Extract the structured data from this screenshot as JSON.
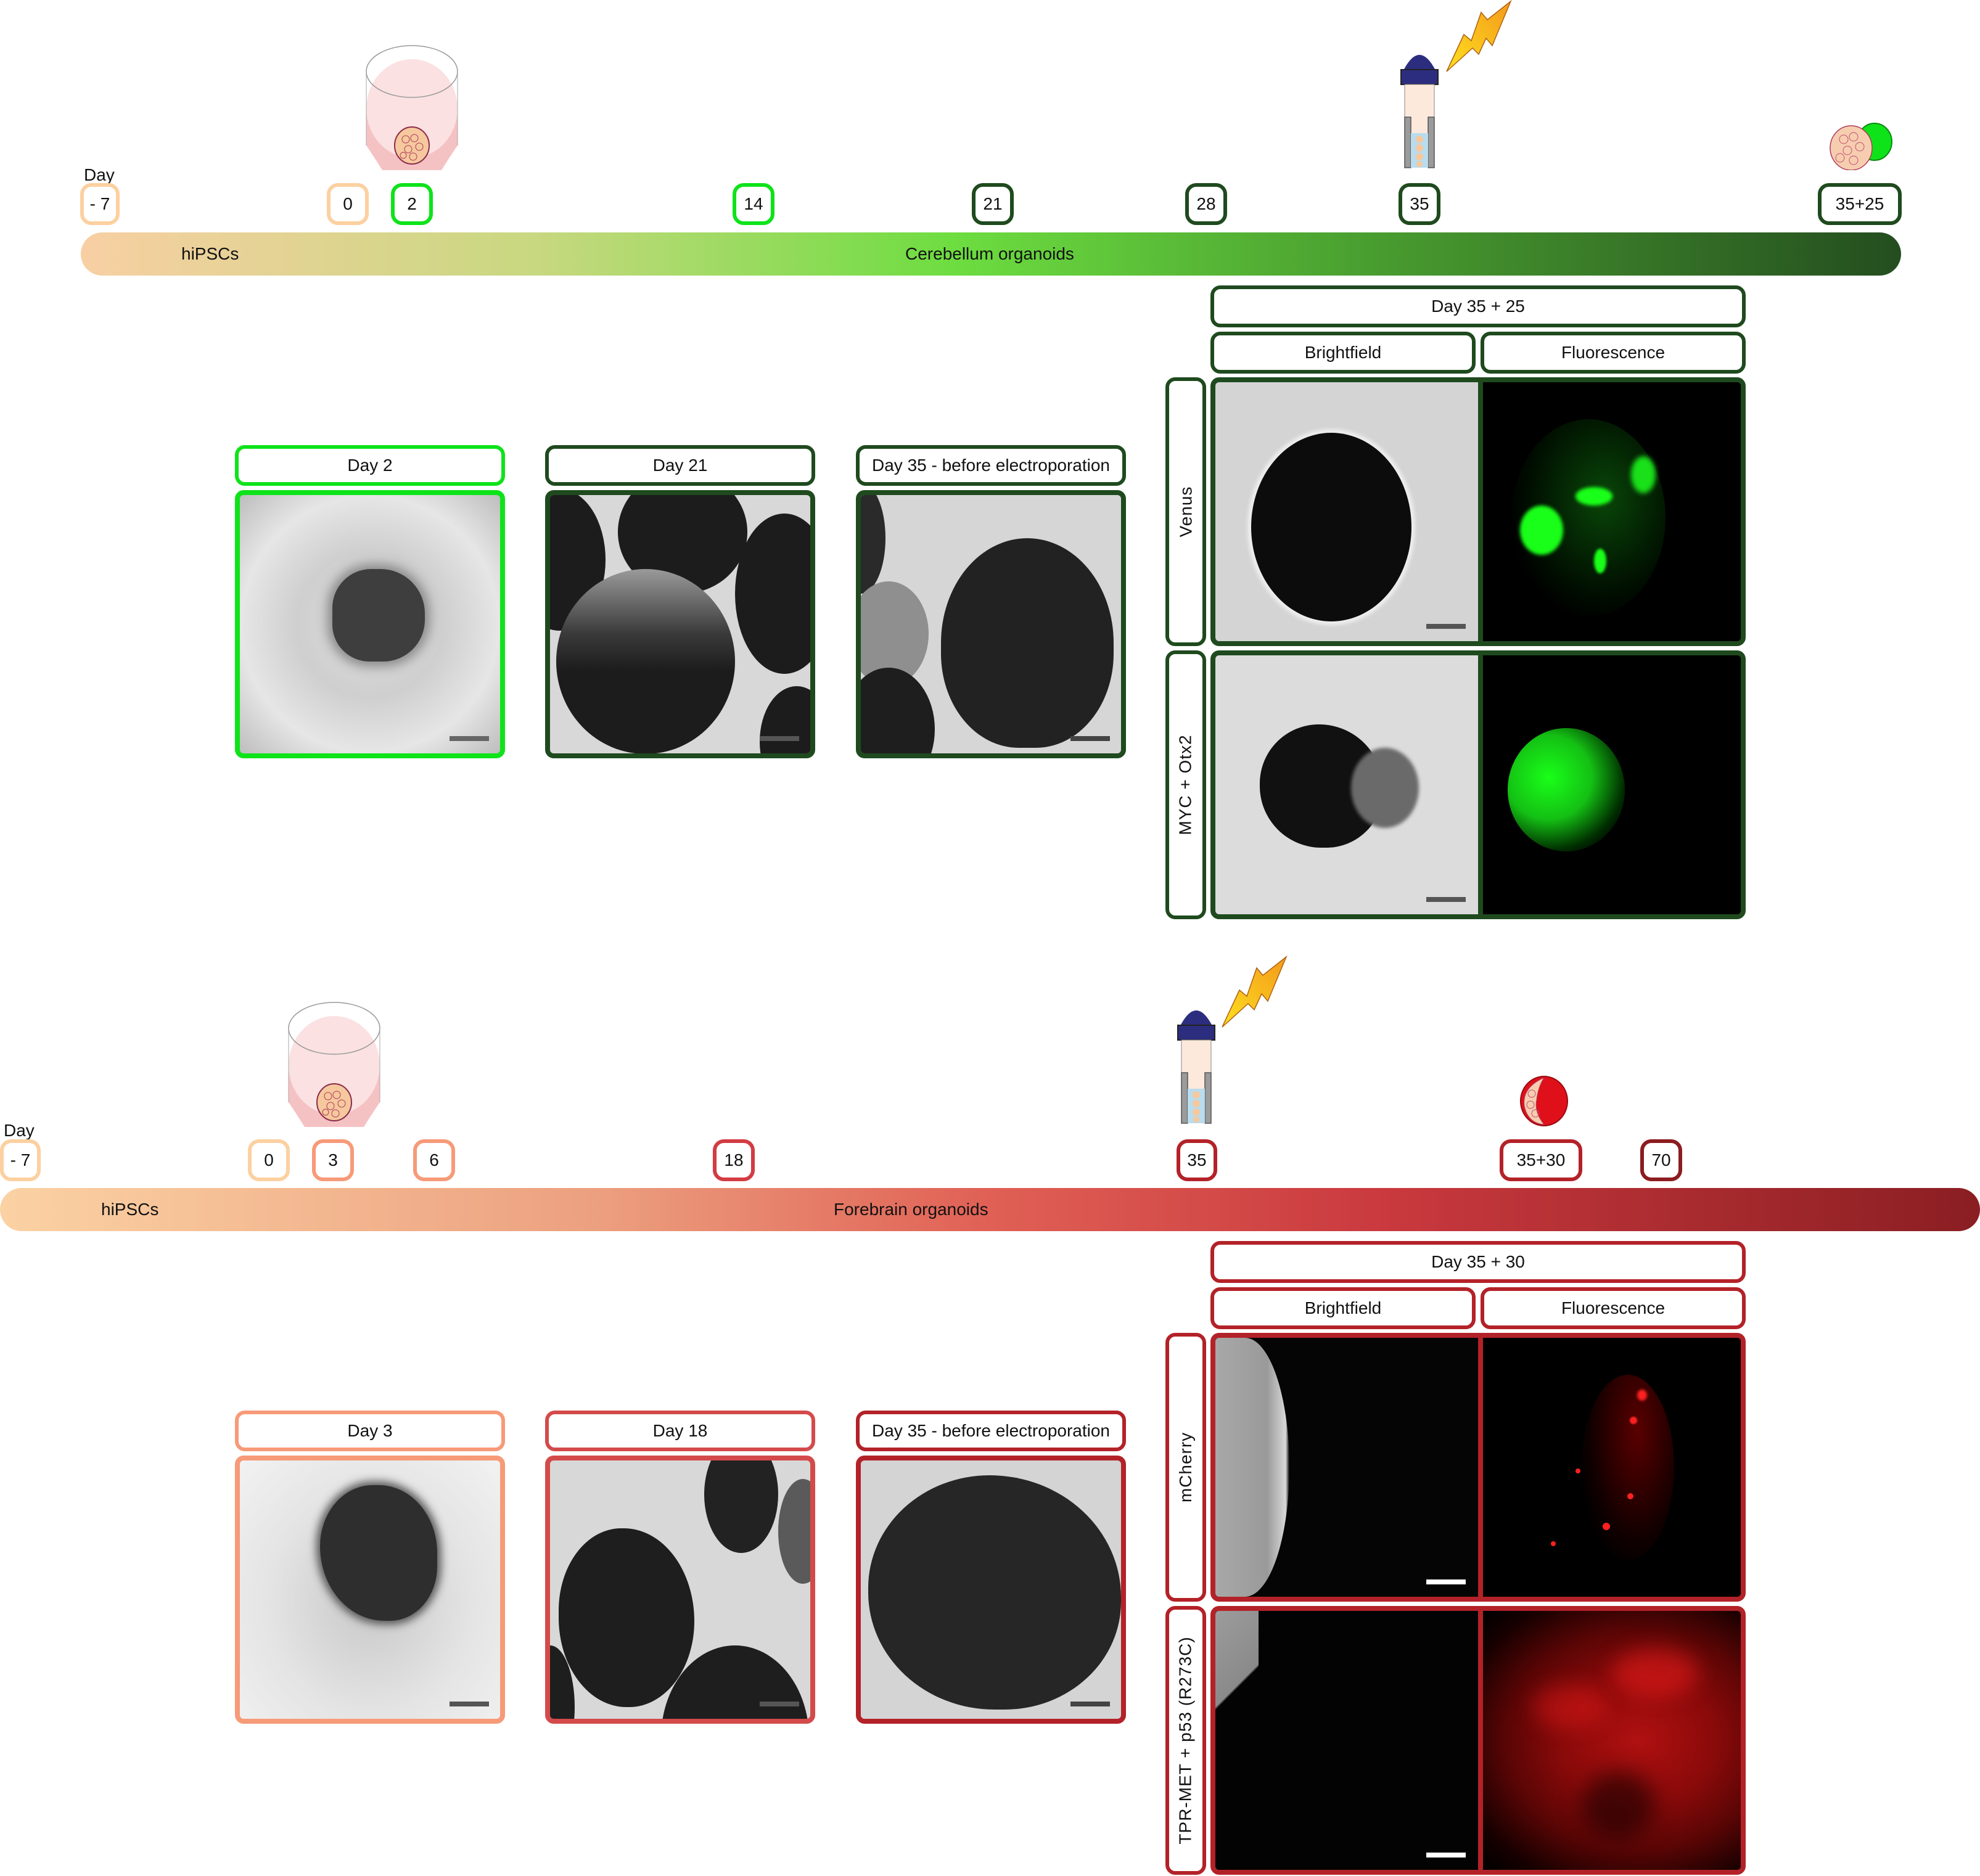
{
  "cerebellum": {
    "day_caption": "Day",
    "bar_label_left": "hiPSCs",
    "bar_label_center": "Cerebellum organoids",
    "bar_gradient": [
      "#f8cfa3",
      "#c8d880",
      "#6ddd40",
      "#4aa030",
      "#244d1f"
    ],
    "timepoints": [
      {
        "label": "- 7",
        "color": "#fcd0a0"
      },
      {
        "label": "0",
        "color": "#fcd0a0"
      },
      {
        "label": "2",
        "color": "#0ee31a"
      },
      {
        "label": "14",
        "color": "#0ee31a"
      },
      {
        "label": "21",
        "color": "#1f4a1e"
      },
      {
        "label": "28",
        "color": "#1f4a1e"
      },
      {
        "label": "35",
        "color": "#1f4a1e"
      },
      {
        "label": "35+25",
        "color": "#1f4a1e"
      }
    ],
    "icons": [
      "tube-with-organoid-icon",
      "electroporation-cuvette-icon",
      "lightning-bolt-icon",
      "fluorescent-organoid-green-icon"
    ],
    "panels": [
      {
        "title": "Day 2",
        "color": "#0ee31a"
      },
      {
        "title": "Day 21",
        "color": "#1f4a1e"
      },
      {
        "title": "Day 35 - before electroporation",
        "color": "#1f4a1e"
      }
    ],
    "grid": {
      "title": "Day 35 + 25",
      "col_headers": [
        "Brightfield",
        "Fluorescence"
      ],
      "rows": [
        "Venus",
        "MYC + Otx2"
      ],
      "color": "#1f4a1e",
      "fluor_color": "#19ff19"
    }
  },
  "forebrain": {
    "day_caption": "Day",
    "bar_label_left": "hiPSCs",
    "bar_label_center": "Forebrain organoids",
    "bar_gradient": [
      "#fbd2a4",
      "#eca07f",
      "#e06055",
      "#c9393e",
      "#8a1e22"
    ],
    "timepoints": [
      {
        "label": "- 7",
        "color": "#fcd0a0"
      },
      {
        "label": "0",
        "color": "#fcd0a0"
      },
      {
        "label": "3",
        "color": "#f79a78"
      },
      {
        "label": "6",
        "color": "#f79a78"
      },
      {
        "label": "18",
        "color": "#d23c42"
      },
      {
        "label": "35",
        "color": "#b32228"
      },
      {
        "label": "35+30",
        "color": "#b32228"
      },
      {
        "label": "70",
        "color": "#8c1c20"
      }
    ],
    "icons": [
      "tube-with-organoid-icon",
      "electroporation-cuvette-icon",
      "lightning-bolt-icon",
      "fluorescent-organoid-red-icon"
    ],
    "panels": [
      {
        "title": "Day 3",
        "color": "#f79a78"
      },
      {
        "title": "Day 18",
        "color": "#d44a4a"
      },
      {
        "title": "Day 35 - before electroporation",
        "color": "#b32228"
      }
    ],
    "grid": {
      "title": "Day 35 + 30",
      "col_headers": [
        "Brightfield",
        "Fluorescence"
      ],
      "rows": [
        "mCherry",
        "TPR-MET + p53 (R273C)"
      ],
      "color": "#b32228",
      "fluor_color": "#ff1010"
    }
  }
}
